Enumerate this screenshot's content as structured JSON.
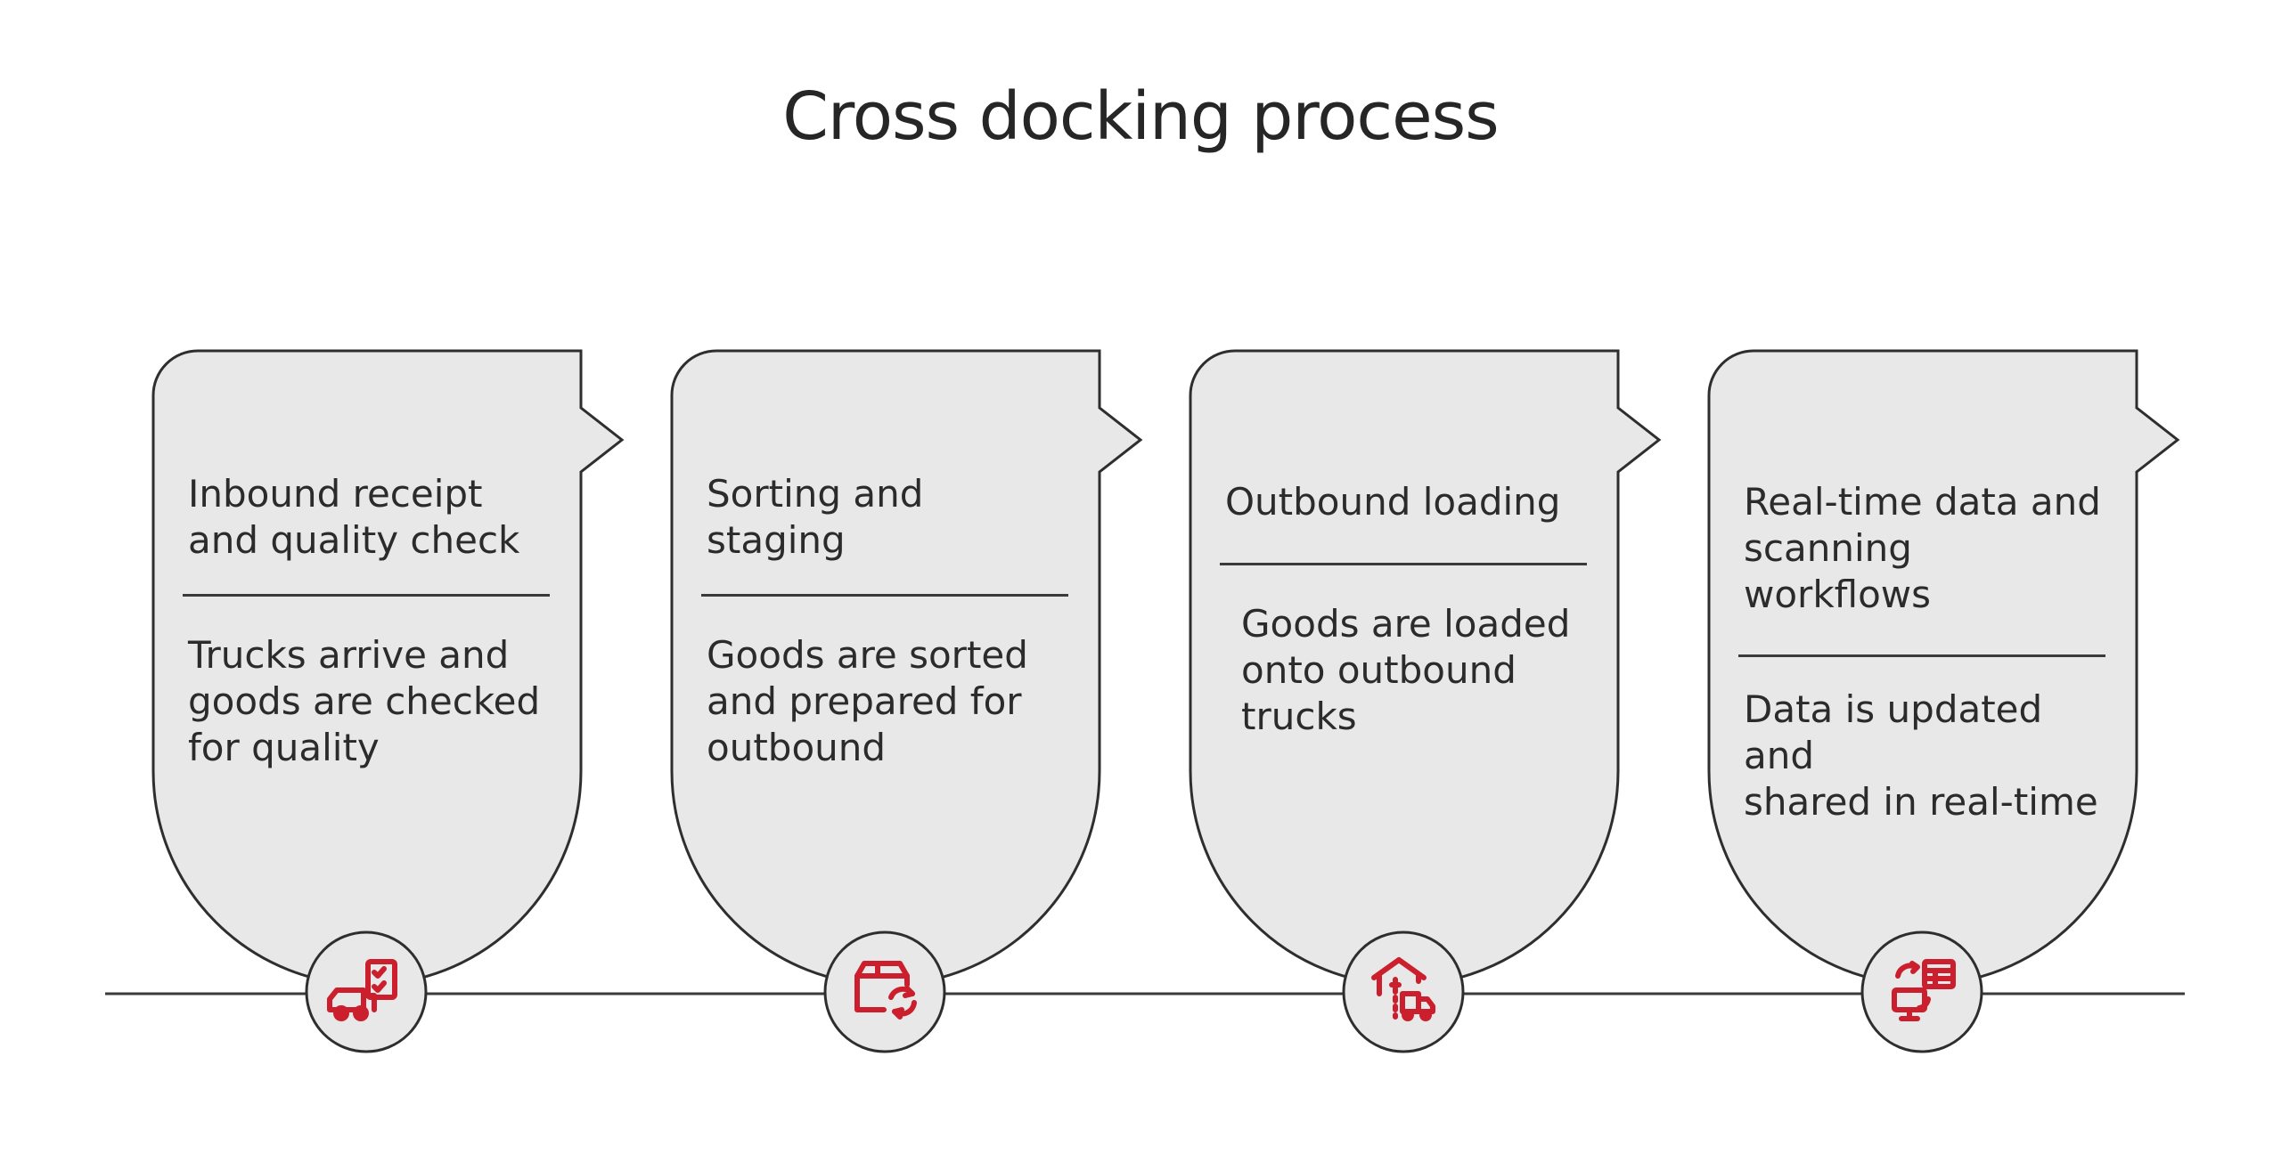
{
  "title": "Cross docking process",
  "colors": {
    "card_fill": "#e8e8e8",
    "card_stroke": "#2e2e2e",
    "timeline": "#3a3a3a",
    "icon_accent": "#cc1f2d"
  },
  "steps": [
    {
      "heading_lines": [
        "Inbound receipt",
        "and quality check"
      ],
      "body_lines": [
        "Trucks arrive and",
        "goods are checked",
        "for quality"
      ],
      "icon": "truck-checklist-icon"
    },
    {
      "heading_lines": [
        "Sorting and",
        "staging"
      ],
      "body_lines": [
        "Goods are sorted",
        "and prepared for",
        "outbound"
      ],
      "icon": "box-recycle-icon"
    },
    {
      "heading_lines": [
        "Outbound loading"
      ],
      "body_lines": [
        "Goods are loaded",
        "onto outbound",
        "trucks"
      ],
      "icon": "warehouse-truck-icon"
    },
    {
      "heading_lines": [
        "Real-time data and",
        "scanning",
        "workflows"
      ],
      "body_lines": [
        "Data is updated and",
        "shared in real-time"
      ],
      "icon": "data-sync-monitor-icon"
    }
  ]
}
